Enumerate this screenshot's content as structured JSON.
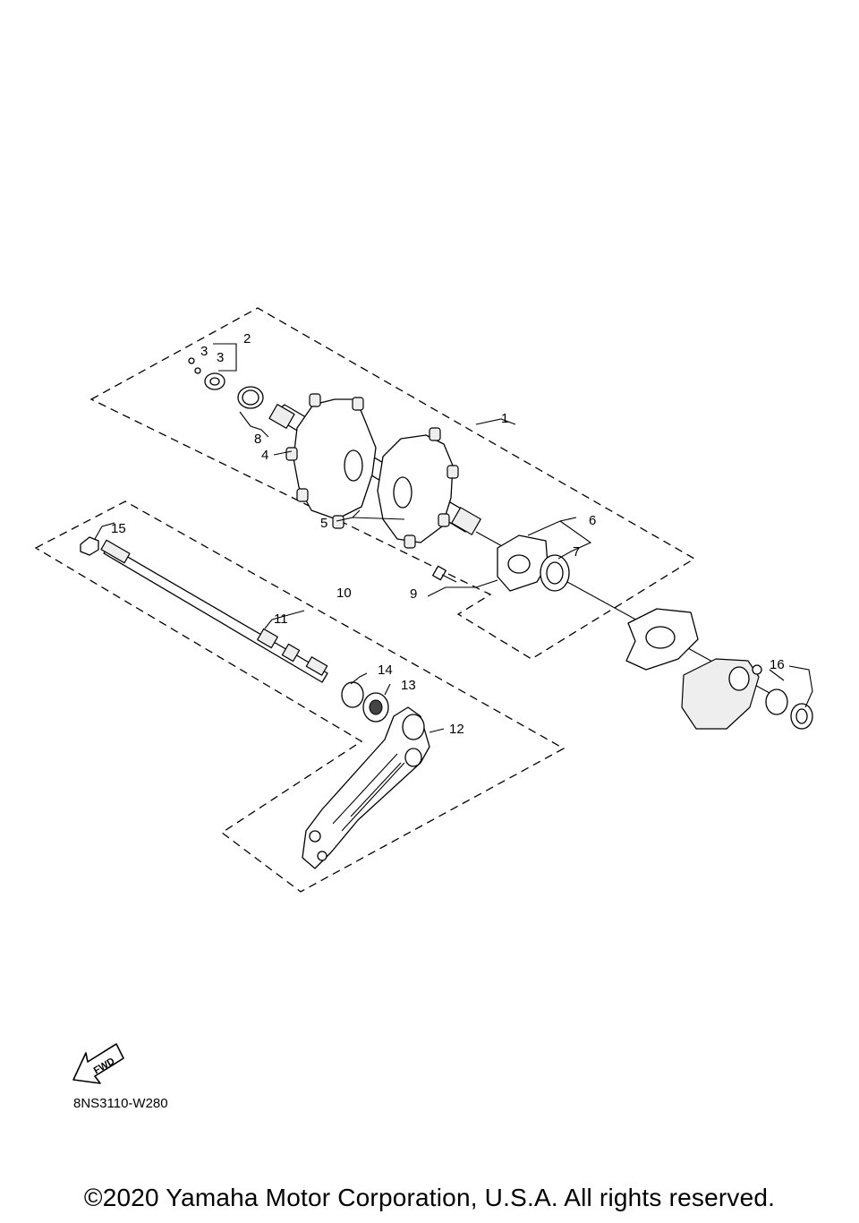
{
  "callouts": {
    "c1": "1",
    "c2": "2",
    "c3a": "3",
    "c3b": "3",
    "c4": "4",
    "c5": "5",
    "c6": "6",
    "c7": "7",
    "c8": "8",
    "c9": "9",
    "c10": "10",
    "c11": "11",
    "c12": "12",
    "c13": "13",
    "c14": "14",
    "c15": "15",
    "c16": "16"
  },
  "fwd_label": "FWD",
  "reference_code": "8NS3110-W280",
  "copyright": "©2020 Yamaha Motor Corporation, U.S.A. All rights reserved."
}
